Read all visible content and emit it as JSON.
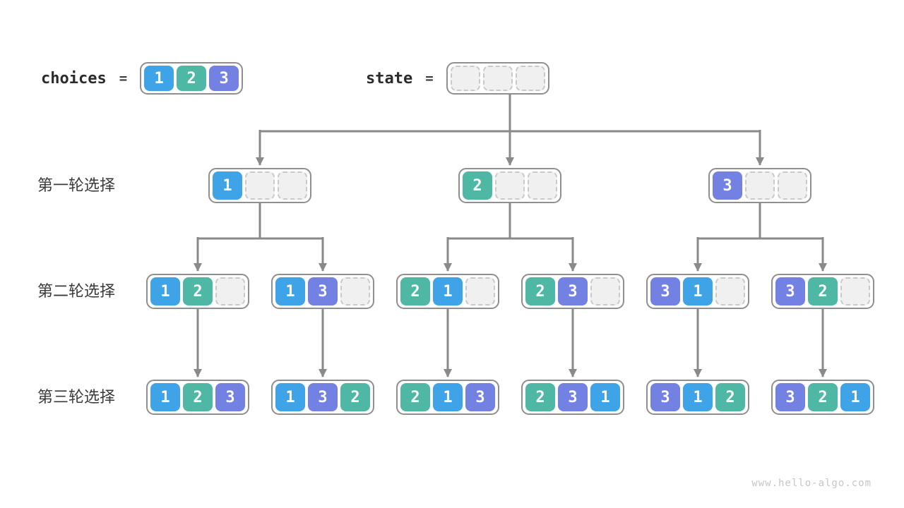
{
  "legend": {
    "choices_label": "choices",
    "choices_equals": "=",
    "choices_cells": [
      "1",
      "2",
      "3"
    ],
    "state_label": "state",
    "state_equals": "=",
    "state_cells": [
      "",
      "",
      ""
    ]
  },
  "rows": [
    {
      "label": "第一轮选择",
      "nodes": [
        [
          "1",
          "",
          ""
        ],
        [
          "2",
          "",
          ""
        ],
        [
          "3",
          "",
          ""
        ]
      ]
    },
    {
      "label": "第二轮选择",
      "nodes": [
        [
          "1",
          "2",
          ""
        ],
        [
          "1",
          "3",
          ""
        ],
        [
          "2",
          "1",
          ""
        ],
        [
          "2",
          "3",
          ""
        ],
        [
          "3",
          "1",
          ""
        ],
        [
          "3",
          "2",
          ""
        ]
      ]
    },
    {
      "label": "第三轮选择",
      "nodes": [
        [
          "1",
          "2",
          "3"
        ],
        [
          "1",
          "3",
          "2"
        ],
        [
          "2",
          "1",
          "3"
        ],
        [
          "2",
          "3",
          "1"
        ],
        [
          "3",
          "1",
          "2"
        ],
        [
          "3",
          "2",
          "1"
        ]
      ]
    }
  ],
  "colors": {
    "value_1": "#3fa3e8",
    "value_2": "#4fb8a5",
    "value_3": "#7381e2",
    "empty_fill": "#f0f0f0",
    "empty_border": "#c9c9c9",
    "box_border": "#8f8f8f",
    "arrow": "#8a8a8a"
  },
  "watermark": "www.hello-algo.com"
}
